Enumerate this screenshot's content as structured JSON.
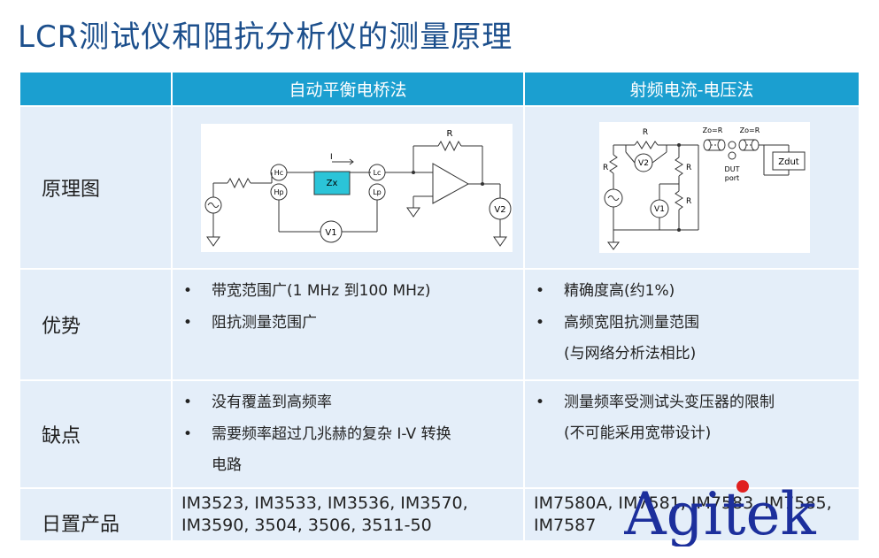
{
  "title": "LCR测试仪和阻抗分析仪的测量原理",
  "header": {
    "col1": "自动平衡电桥法",
    "col2": "射频电流-电压法"
  },
  "rows": {
    "principle_label": "原理图",
    "advantage_label": "优势",
    "disadvantage_label": "缺点",
    "products_label": "日置产品"
  },
  "bridge_diagram": {
    "labels": {
      "hc": "Hc",
      "hp": "Hp",
      "lc": "Lc",
      "lp": "Lp",
      "zx": "Zx",
      "current": "I",
      "r": "R",
      "v1": "V1",
      "v2": "V2"
    }
  },
  "rf_diagram": {
    "labels": {
      "r_top": "R",
      "r_left": "R",
      "r_mid": "R",
      "r_low": "R",
      "v1": "V1",
      "v2": "V2",
      "zo1": "Zo=R",
      "zo2": "Zo=R",
      "dut": "DUT",
      "port": "port",
      "zdut": "Zdut"
    }
  },
  "advantages": {
    "col1": [
      "带宽范围广(1 MHz 到100 MHz)",
      "阻抗测量范围广"
    ],
    "col2": [
      "精确度高(约1%)",
      "高频宽阻抗测量范围"
    ],
    "col2_note": "(与网络分析法相比)"
  },
  "disadvantages": {
    "col1": [
      "没有覆盖到高频率",
      "需要频率超过几兆赫的复杂 I-V 转换"
    ],
    "col1_cont": "电路",
    "col2": [
      "测量频率受测试头变压器的限制"
    ],
    "col2_note": "(不可能采用宽带设计)"
  },
  "products": {
    "col1_line1": "IM3523, IM3533, IM3536, IM3570,",
    "col1_line2": "IM3590, 3504, 3506, 3511-50",
    "col2_line1": "IM7580A, IM7581, IM7583, IM7585,",
    "col2_line2": "IM7587"
  },
  "bullet_char": "•",
  "logo": "Agitek",
  "colors": {
    "header_bg": "#1b9fd0",
    "row_bg": "#e4eef9",
    "title": "#1c4f8c",
    "logo": "#1c2f9c",
    "logo_accent": "#e02020",
    "zx_fill": "#2bc4d8"
  }
}
